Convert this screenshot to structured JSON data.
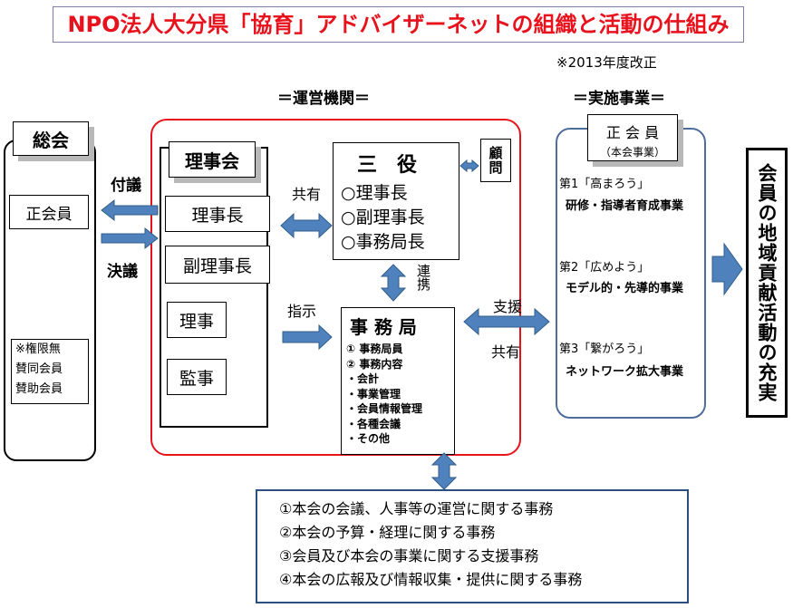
{
  "title": "NPO法人大分県「協育」アドバイザーネットの組織と活動の仕組み",
  "revision_note": "※2013年度改正",
  "sections": {
    "management": "＝運営機関＝",
    "programs": "＝実施事業＝"
  },
  "general_assembly": {
    "label": "総会",
    "regular_member": "正会員",
    "note_lines": [
      "※権限無",
      "賛同会員",
      "賛助会員"
    ]
  },
  "flow_labels": {
    "proposal": "付議",
    "resolution": "決議",
    "share": "共有",
    "instruct": "指示",
    "liaison": "連携",
    "support": "支援",
    "share2": "共有"
  },
  "board": {
    "label": "理事会",
    "roles": [
      "理事長",
      "副理事長",
      "理事",
      "監事"
    ]
  },
  "officers": {
    "label": "三　役",
    "members": [
      "○理事長",
      "○副理事長",
      "○事務局長"
    ],
    "advisor": "顧問"
  },
  "secretariat": {
    "label": "事 務 局",
    "items": [
      "① 事務局員",
      "② 事務内容",
      "・会計",
      "・事業管理",
      "・会員情報管理",
      "・各種会議",
      "・その他"
    ]
  },
  "programs": {
    "header": "正 会 員",
    "header_sub": "（本会事業）",
    "items": [
      {
        "name": "第1「高まろう」",
        "desc": "研修・指導者育成事業"
      },
      {
        "name": "第2「広めよう」",
        "desc": "モデル的・先導的事業"
      },
      {
        "name": "第3「繋がろう」",
        "desc": "ネットワーク拡大事業"
      }
    ]
  },
  "outcome": "会員の地域貢献活動の充実",
  "duties": [
    "①本会の会議、人事等の運営に関する事務",
    "②本会の予算・経理に関する事務",
    "③会員及び本会の事業に関する支援事務",
    "④本会の広報及び情報収集・提供に関する事務"
  ],
  "colors": {
    "title_red": "#e8121d",
    "frame_red": "#e8121d",
    "arrow_blue": "#4f81bd",
    "arrow_dark": "#2f5d8a",
    "program_border": "#4f6d9c",
    "duties_border": "#2c4f80"
  }
}
